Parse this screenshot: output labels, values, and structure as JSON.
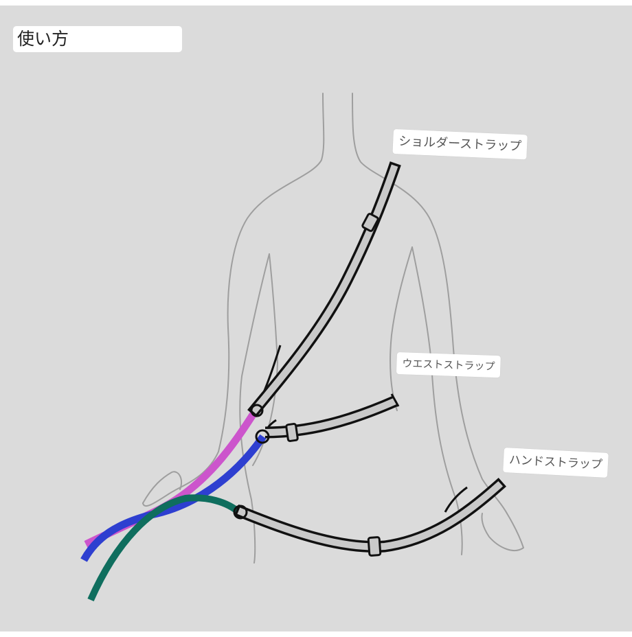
{
  "title": "使い方",
  "labels": {
    "shoulder": "ショルダーストラップ",
    "waist": "ウエストストラップ",
    "hand": "ハンドストラップ"
  },
  "colors": {
    "background": "#dbdbdb",
    "outline": "#9e9e9e",
    "strap_fill": "#c9c9c9",
    "strap_edge": "#111111",
    "cord_pink": "#cc55cc",
    "cord_blue": "#2e3fd0",
    "cord_teal": "#0f6e5e"
  }
}
